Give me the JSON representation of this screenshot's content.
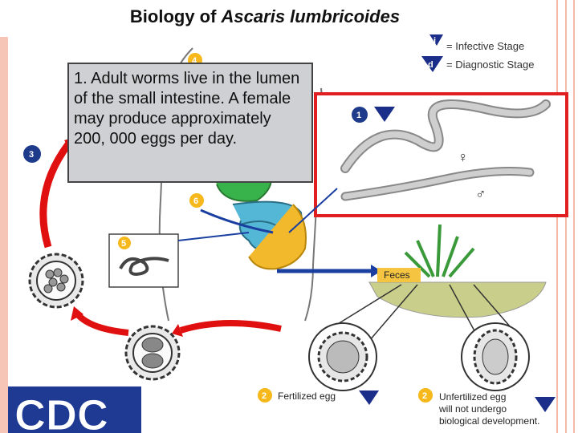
{
  "slide": {
    "title_prefix": "Biology of ",
    "title_italic": "Ascaris lumbricoides",
    "callout_text": "1. Adult worms live in the lumen of the small intestine. A female may produce approximately 200, 000 eggs per day."
  },
  "legend": {
    "infective_badge": "i",
    "infective_label": "= Infective Stage",
    "diagnostic_badge": "d",
    "diagnostic_label": "= Diagnostic Stage"
  },
  "stages": {
    "s1": "1",
    "s2a": "2",
    "s2b": "2",
    "s3": "3",
    "s4": "4",
    "s5": "5",
    "s6": "6"
  },
  "labels": {
    "feces": "Feces",
    "fertilized": "Fertilized egg",
    "unfertilized_1": "Unfertilized egg",
    "unfertilized_2": "will not undergo",
    "unfertilized_3": "biological development.",
    "female": "♀",
    "male": "♂",
    "logo": "CDC"
  },
  "colors": {
    "highlight_border": "#e02020",
    "cycle_arrow": "#e01010",
    "badge_blue": "#1a2e8a",
    "stage_badge": "#1e3a8a",
    "feces_box": "#f5c542",
    "number_badge": "#f6b81a"
  }
}
